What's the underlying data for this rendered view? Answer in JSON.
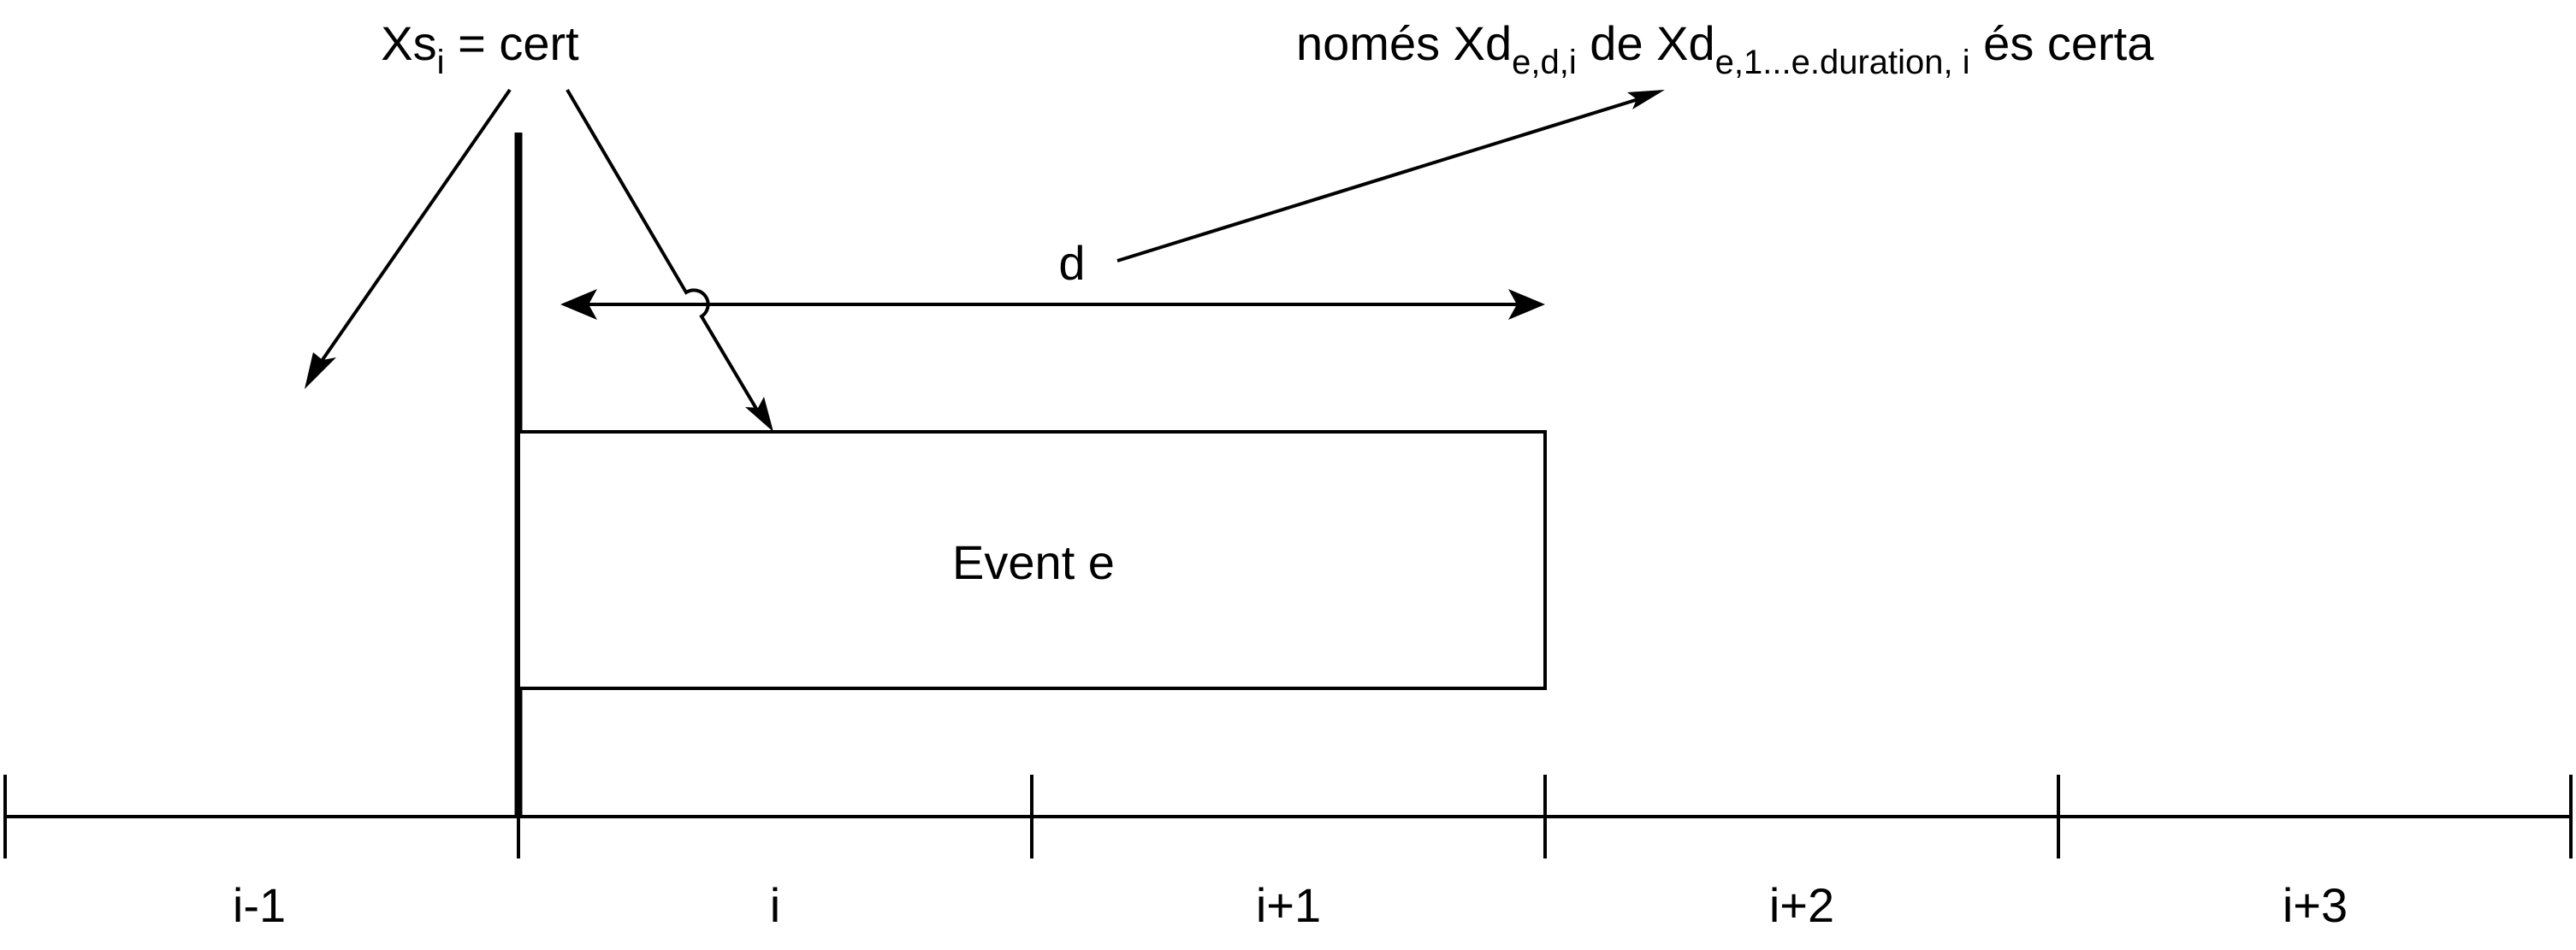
{
  "annotation_start": {
    "base": "Xs",
    "subscript": "i",
    "rest": " = cert"
  },
  "annotation_duration": {
    "prefix": "només Xd",
    "subscript1": "e,d,i",
    "middle": " de Xd",
    "subscript2": "e,1...e.duration, i",
    "suffix": " és certa"
  },
  "duration_label": "d",
  "event_label": "Event e",
  "timeline_labels": [
    "i-1",
    "i",
    "i+1",
    "i+2",
    "i+3"
  ],
  "colors": {
    "stroke": "#000000",
    "background": "#ffffff"
  }
}
